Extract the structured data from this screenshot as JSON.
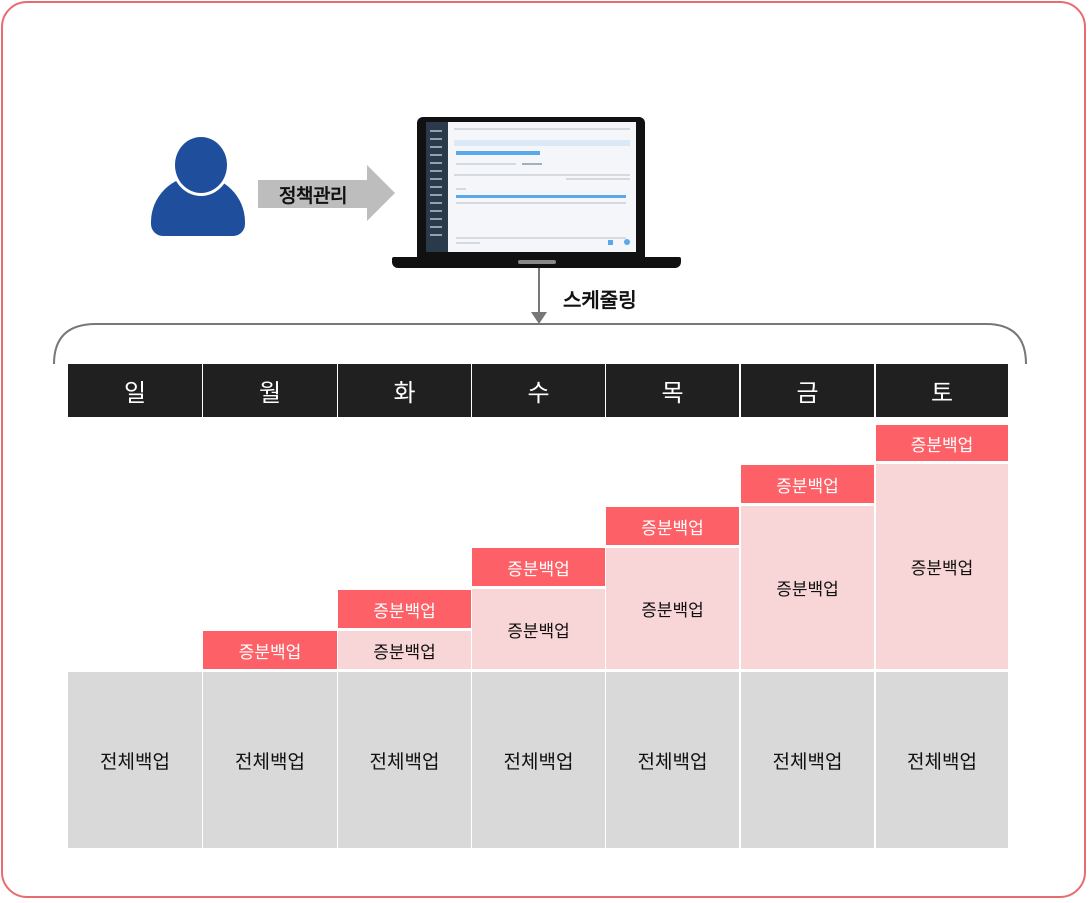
{
  "policy_label": "정책관리",
  "scheduling_label": "스케줄링",
  "days": [
    "일",
    "월",
    "화",
    "수",
    "목",
    "금",
    "토"
  ],
  "full_backup_label": "전체백업",
  "incremental_backup_label": "증분백업",
  "icons": [
    "user-icon",
    "laptop-icon",
    "right-arrow-icon",
    "down-arrow-icon"
  ],
  "colors": {
    "frame": "#ea6b6f",
    "user": "#1f4f9c",
    "day_header": "#202020",
    "full_backup": "#d9d9d9",
    "incremental_header": "#fd6066",
    "incremental_body": "#f8d5d7"
  }
}
